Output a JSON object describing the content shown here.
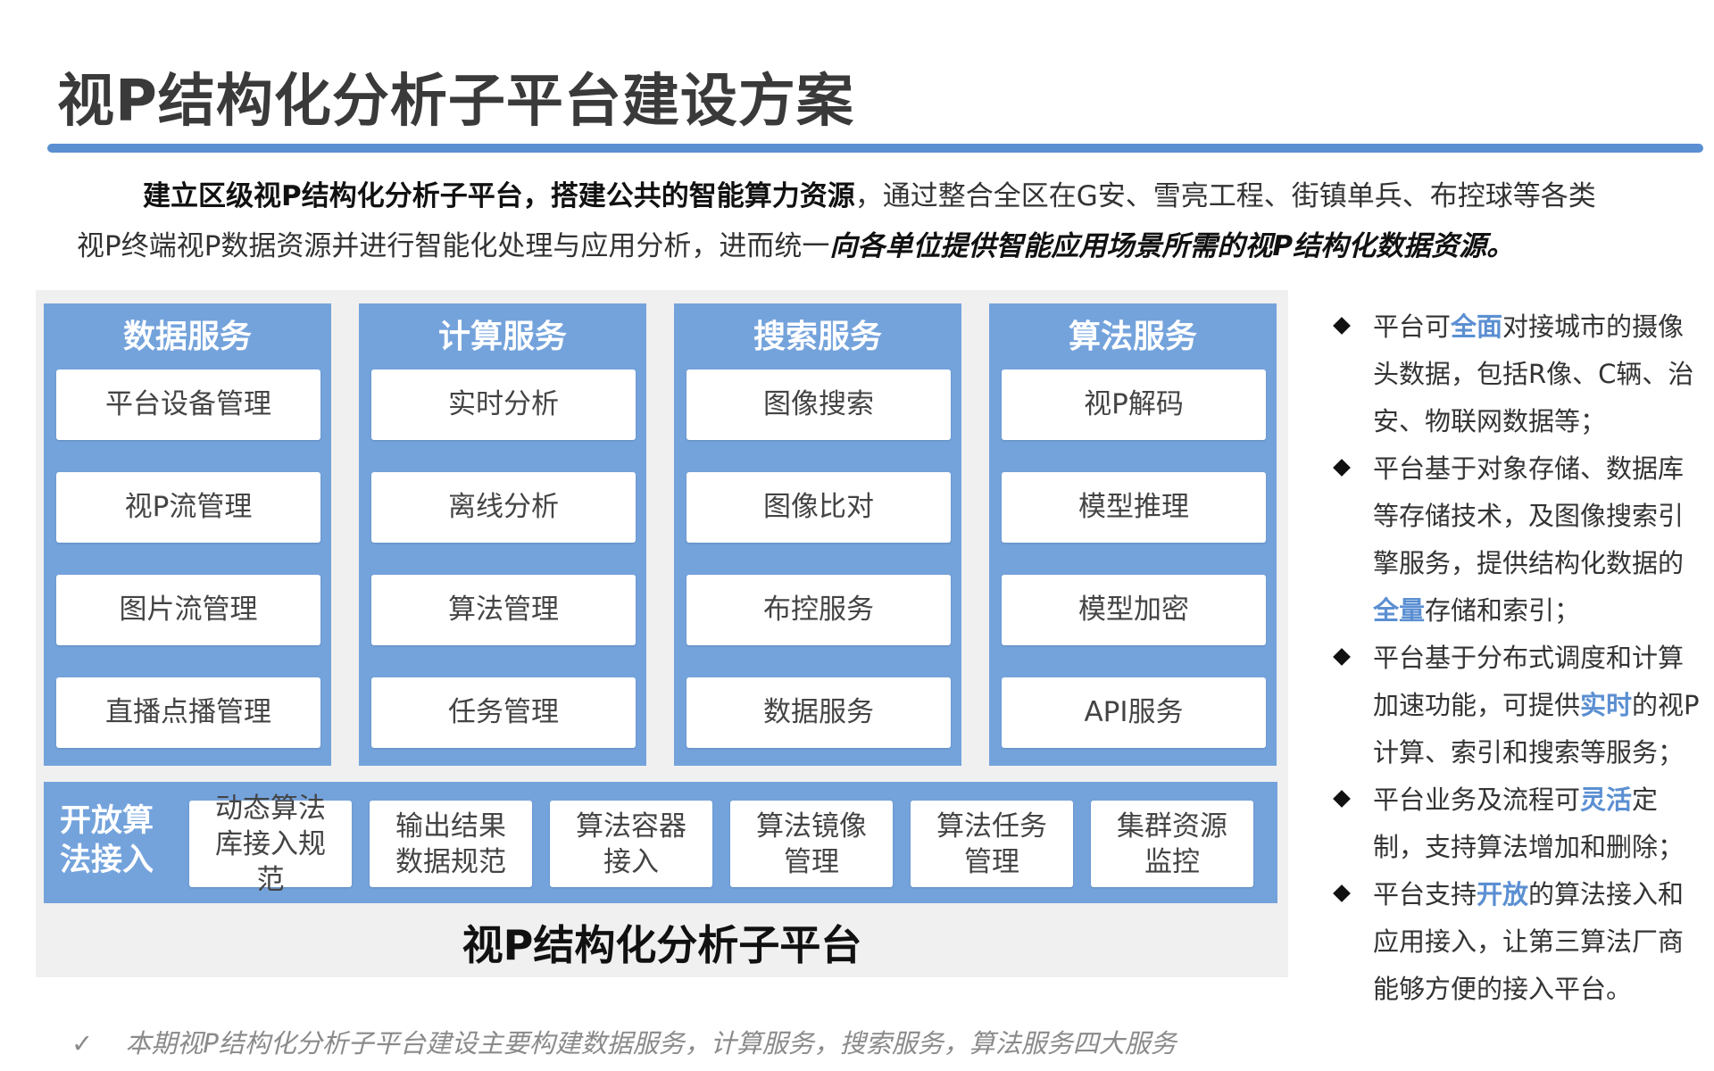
{
  "title": "视P结构化分析子平台建设方案",
  "intro": {
    "bold_part": "建立区级视P结构化分析子平台，搭建公共的智能算力资源",
    "normal_part_1": "，通过整合全区在G安、雪亮工程、街镇单兵、布控球等各类",
    "normal_part_2": "视P终端视P数据资源并进行智能化处理与应用分析，进而统一",
    "emphasis_part": "向各单位提供智能应用场景所需的视P结构化数据资源。"
  },
  "services": [
    {
      "name": "数据服务",
      "items": [
        "平台设备管理",
        "视P流管理",
        "图片流管理",
        "直播点播管理"
      ]
    },
    {
      "name": "计算服务",
      "items": [
        "实时分析",
        "离线分析",
        "算法管理",
        "任务管理"
      ]
    },
    {
      "name": "搜索服务",
      "items": [
        "图像搜索",
        "图像比对",
        "布控服务",
        "数据服务"
      ]
    },
    {
      "name": "算法服务",
      "items": [
        "视P解码",
        "模型推理",
        "模型加密",
        "API服务"
      ]
    }
  ],
  "open_access": {
    "label_line1": "开放算",
    "label_line2": "法接入",
    "items": [
      "动态算法库接入规范",
      "输出结果数据规范",
      "算法容器接入",
      "算法镜像管理",
      "算法任务管理",
      "集群资源监控"
    ]
  },
  "platform_name": "视P结构化分析子平台",
  "bullets": [
    {
      "before": "平台可",
      "highlight": "全面",
      "after": "对接城市的摄像头数据，包括R像、C辆、治安、物联网数据等；"
    },
    {
      "before": "平台基于对象存储、数据库等存储技术，及图像搜索引擎服务，提供结构化数据的",
      "highlight": "全量",
      "after": "存储和索引；"
    },
    {
      "before": "平台基于分布式调度和计算加速功能，可提供",
      "highlight": "实时",
      "after": "的视P计算、索引和搜索等服务；"
    },
    {
      "before": "平台业务及流程可",
      "highlight": "灵活",
      "after": "定制，支持算法增加和删除；"
    },
    {
      "before": "平台支持",
      "highlight": "开放",
      "after": "的算法接入和应用接入，让第三算法厂商能够方便的接入平台。"
    }
  ],
  "footnote": {
    "check": "✓",
    "text": "本期视P结构化分析子平台建设主要构建数据服务，计算服务，搜索服务，算法服务四大服务"
  },
  "colors": {
    "accent": "#5b8fd2",
    "panel_blue": "#74a3dc",
    "panel_bg": "#f0f0f0"
  }
}
